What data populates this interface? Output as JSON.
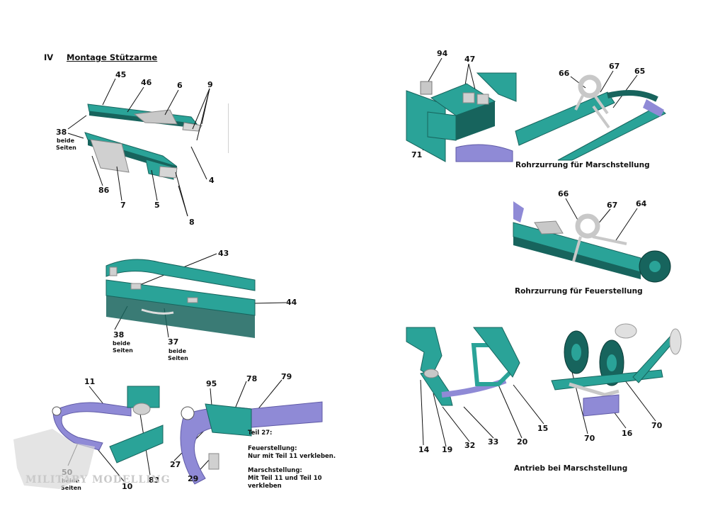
{
  "section": {
    "number": "IV",
    "title": "Montage Stützarme"
  },
  "fig1": {
    "labels": [
      "45",
      "46",
      "6",
      "9",
      "38",
      "4",
      "86",
      "7",
      "5",
      "8"
    ],
    "side_note": [
      "beide",
      "Seiten"
    ]
  },
  "fig2": {
    "labels": [
      "43",
      "44",
      "38",
      "37"
    ],
    "side_note_38": [
      "beide",
      "Seiten"
    ],
    "side_note_37": [
      "beide",
      "Seiten"
    ]
  },
  "fig3": {
    "labels": [
      "11",
      "83",
      "50",
      "10"
    ],
    "side_note": [
      "beide",
      "Seiten"
    ]
  },
  "fig4": {
    "labels": [
      "95",
      "78",
      "79",
      "27",
      "29"
    ],
    "note_title": "Teil 27:",
    "note_line1": "Feuerstellung:",
    "note_line2": "Nur mit Teil 11 verkleben.",
    "note_line3": "Marschstellung:",
    "note_line4": "Mit Teil 11 und Teil 10",
    "note_line5": "verkleben"
  },
  "fig5": {
    "labels": [
      "94",
      "47",
      "71"
    ]
  },
  "fig6": {
    "labels": [
      "66",
      "67",
      "65"
    ],
    "caption": "Rohrzurrung für Marschstellung"
  },
  "fig7": {
    "labels": [
      "66",
      "67",
      "64"
    ],
    "caption": "Rohrzurrung für Feuerstellung"
  },
  "fig8": {
    "labels": [
      "14",
      "19",
      "32",
      "33",
      "20",
      "15",
      "70",
      "16",
      "70"
    ],
    "caption": "Antrieb bei Marschstellung"
  },
  "watermark": "MILITARY MODELLING",
  "colors": {
    "teal": "#2aa398",
    "teal_dark": "#17645d",
    "purple": "#8f8ad6",
    "grey": "#c8c8c8"
  }
}
